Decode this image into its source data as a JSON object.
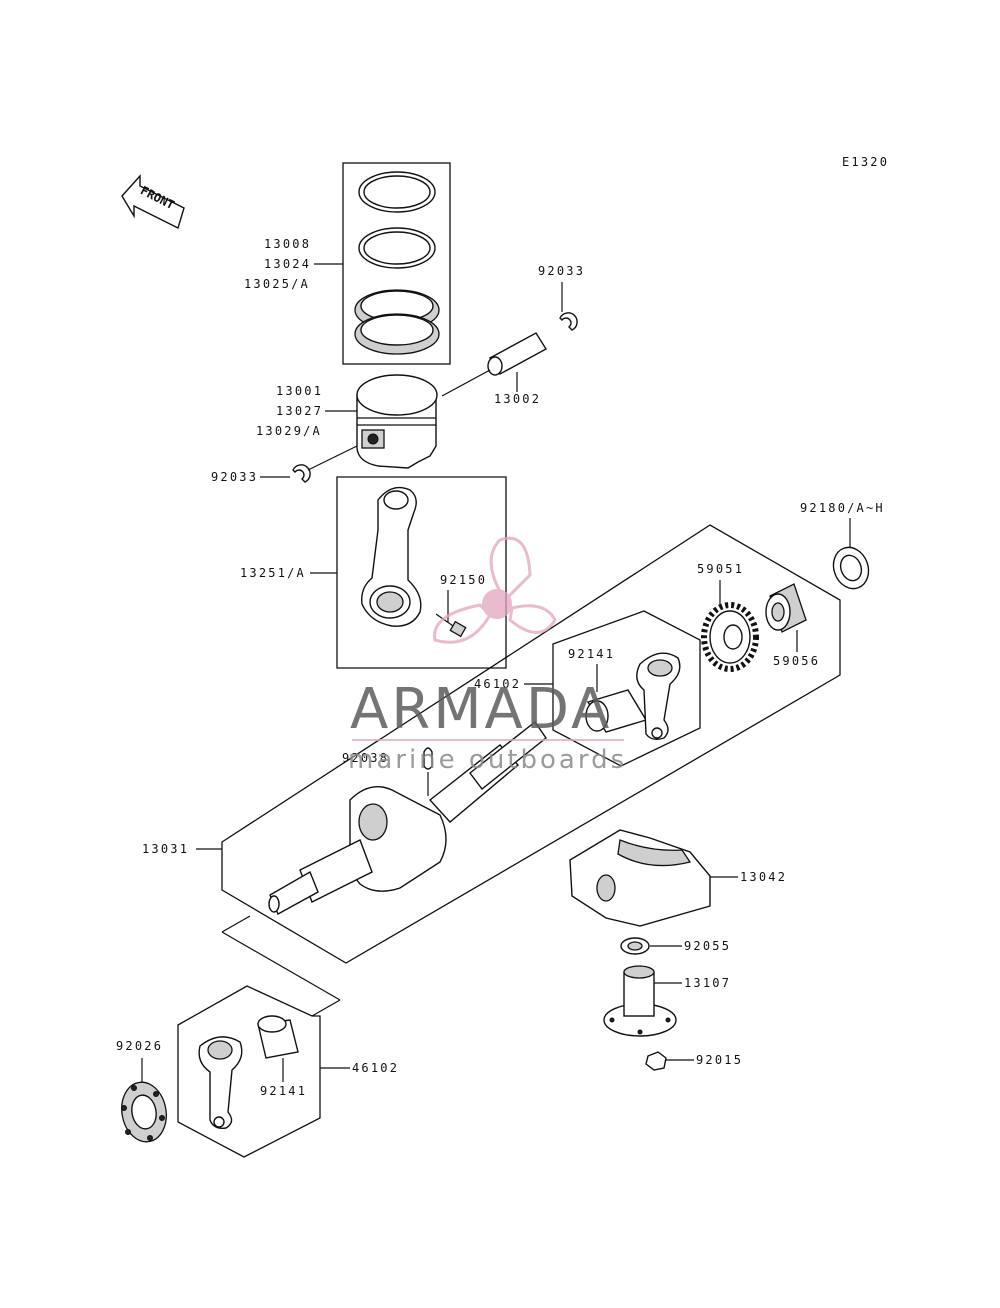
{
  "diagram_code": "E1320",
  "front_label": "FRONT",
  "watermark": {
    "brand": "ARMADA",
    "tagline": "marine outboards",
    "logo_color": "#e3a3c0"
  },
  "parts": {
    "rings_13008": "13008",
    "rings_13024": "13024",
    "rings_13025": "13025/A",
    "circlip_top": "92033",
    "pin": "13002",
    "piston_13001": "13001",
    "piston_13027": "13027",
    "piston_13029": "13029/A",
    "circlip_left": "92033",
    "rod_assy": "13251/A",
    "rod_bolt": "92150",
    "washer_top": "92180/A~H",
    "gear_59051": "59051",
    "gear_59056": "59056",
    "bearing_upper": "92141",
    "balancer_upper": "46102",
    "key": "92038",
    "crankshaft": "13031",
    "holder": "13042",
    "washer_92055": "92055",
    "shaft_13107": "13107",
    "nut_92015": "92015",
    "bearing_lower": "92141",
    "balancer_lower": "46102",
    "washer_92026": "92026"
  }
}
